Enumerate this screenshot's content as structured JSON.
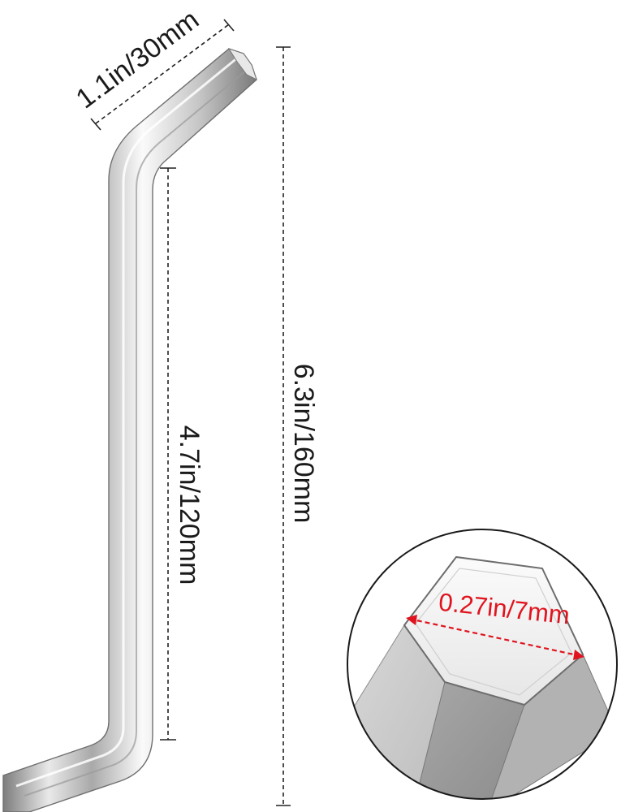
{
  "dimensions": {
    "short_arm": "1.1in/30mm",
    "long_arm": "4.7in/120mm",
    "overall_length": "6.3in/160mm",
    "hex_width": "0.27in/7mm"
  },
  "colors": {
    "dimension_line": "#222222",
    "hex_width_accent": "#e0141e",
    "steel_light": "#f4f4f4",
    "steel_mid": "#c9c9c9",
    "steel_dark": "#8a8a8a"
  },
  "icons": {
    "tool": "hex-key-icon",
    "detail": "hex-tip-detail-icon"
  }
}
